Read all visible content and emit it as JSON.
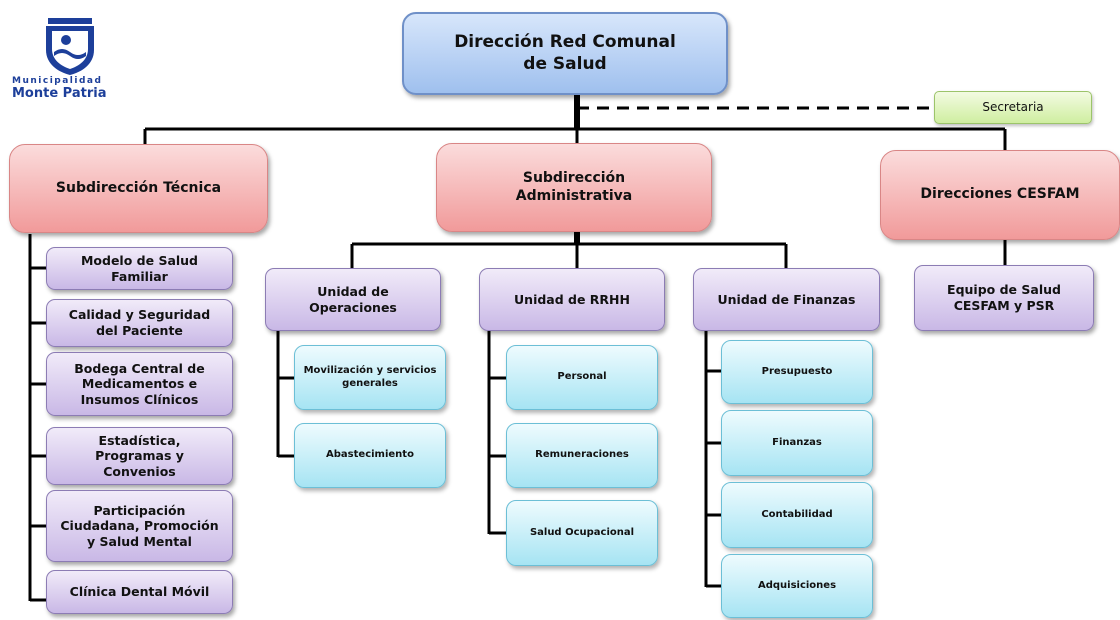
{
  "logo": {
    "line1": "Municipalidad",
    "line2": "Monte Patria"
  },
  "top": "Dirección Red Comunal de Salud",
  "secretaria": "Secretaria",
  "sub_tecnica": {
    "label": "Subdirección Técnica",
    "children": [
      "Modelo de Salud Familiar",
      "Calidad y Seguridad del Paciente",
      "Bodega Central de Medicamentos e Insumos Clínicos",
      "Estadística, Programas y Convenios",
      "Participación Ciudadana, Promoción y Salud Mental",
      "Clínica Dental Móvil"
    ]
  },
  "sub_admin": {
    "label": "Subdirección Administrativa",
    "units": [
      {
        "label": "Unidad de Operaciones",
        "children": [
          "Movilización y servicios generales",
          "Abastecimiento"
        ]
      },
      {
        "label": "Unidad de RRHH",
        "children": [
          "Personal",
          "Remuneraciones",
          "Salud Ocupacional"
        ]
      },
      {
        "label": "Unidad de Finanzas",
        "children": [
          "Presupuesto",
          "Finanzas",
          "Contabilidad",
          "Adquisiciones"
        ]
      }
    ]
  },
  "cesfam": {
    "label": "Direcciones CESFAM",
    "child": "Equipo de Salud CESFAM y PSR"
  },
  "colors": {
    "top": "#b7d2f5",
    "subdireccion": "#f5b5b5",
    "secretaria": "#dcf3b8",
    "unidad": "#d8cdee",
    "sub_unidad": "#c4eef9",
    "connector": "#000000"
  }
}
